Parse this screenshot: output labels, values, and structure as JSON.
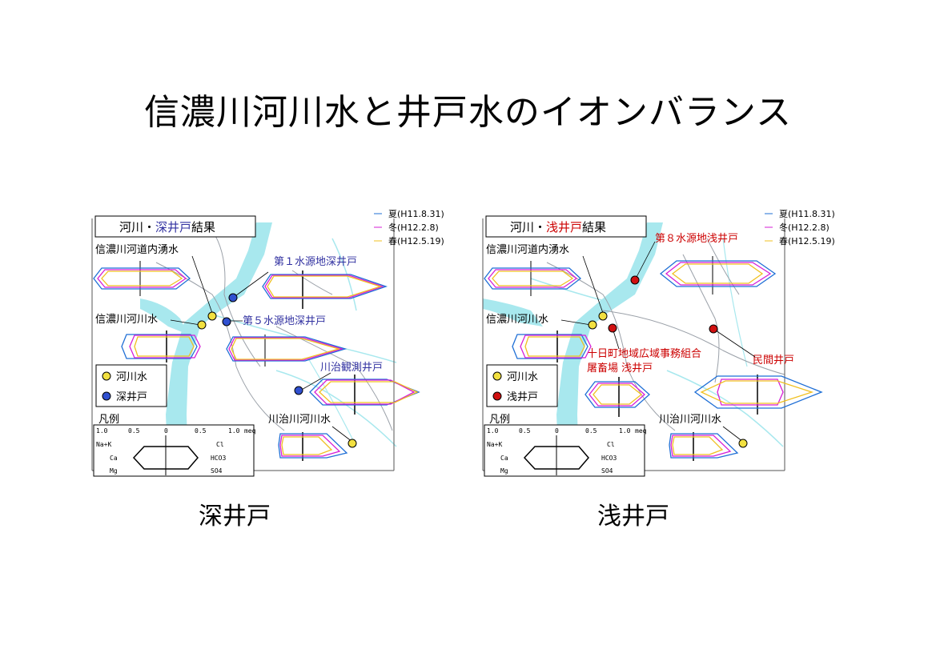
{
  "title": "信濃川河川水と井戸水のイオンバランス",
  "colors": {
    "summer": "#1f6fd6",
    "winter": "#d61fd6",
    "spring": "#f0c020",
    "river_dot": "#f2e040",
    "deep_dot": "#3050d0",
    "shallow_dot": "#d01010",
    "deep_text": "#3030a0",
    "shallow_text": "#cc0000",
    "map_river": "#a8e8ee",
    "map_road": "#9aa0a8"
  },
  "legend_series": [
    "夏(H11.8.31)",
    "冬(H12.2.8)",
    "春(H12.5.19)"
  ],
  "legend_example": {
    "title": "凡例",
    "scale": [
      "1.0",
      "0.5",
      "0",
      "0.5",
      "1.0"
    ],
    "unit": "meq",
    "left_ions": [
      "Na+K",
      "Ca",
      "Mg"
    ],
    "right_ions": [
      "Cl",
      "HCO3",
      "SO4"
    ]
  },
  "panels": [
    {
      "caption": "深井戸",
      "header": {
        "prefix": "河川・",
        "highlight": "深井戸",
        "suffix": "結果"
      },
      "labels": {
        "river_inner": "信濃川河道内湧水",
        "river": "信濃川河川水",
        "well1": "第１水源地深井戸",
        "well2": "第５水源地深井戸",
        "well3": "川治観測井戸",
        "kawaji": "川治川河川水"
      },
      "key": {
        "river": "河川水",
        "well": "深井戸"
      }
    },
    {
      "caption": "浅井戸",
      "header": {
        "prefix": "河川・",
        "highlight": "浅井戸",
        "suffix": "結果"
      },
      "labels": {
        "river_inner": "信濃川河道内湧水",
        "river": "信濃川河川水",
        "well1": "第８水源地浅井戸",
        "well2_line1": "十日町地域広域事務組合",
        "well2_line2": "屠畜場 浅井戸",
        "well3": "民間井戸",
        "kawaji": "川治川河川水"
      },
      "key": {
        "river": "河川水",
        "well": "浅井戸"
      }
    }
  ]
}
